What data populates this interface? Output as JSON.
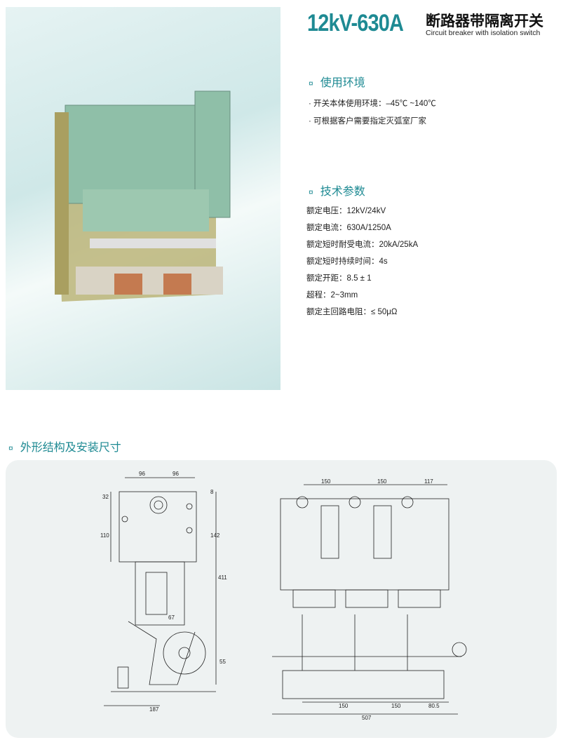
{
  "header": {
    "model": "12kV-630A",
    "title_cn": "断路器带隔离开关",
    "title_en": "Circuit breaker with isolation switch"
  },
  "section_marker": "¤",
  "environment": {
    "heading": "使用环境",
    "items": [
      "· 开关本体使用环境：–45℃ ~140℃",
      "· 可根据客户需要指定灭弧室厂家"
    ]
  },
  "specs": {
    "heading": "技术参数",
    "items": [
      "额定电压：12kV/24kV",
      "额定电流：630A/1250A",
      "额定短时耐受电流：20kA/25kA",
      "额定短时持续时间：4s",
      "额定开距：8.5 ± 1",
      "超程：2~3mm",
      "额定主回路电阻：≤ 50μΩ"
    ]
  },
  "drawing": {
    "heading": "外形结构及安装尺寸",
    "side_dims": [
      "96",
      "96",
      "32",
      "8",
      "110",
      "142",
      "411",
      "67",
      "55",
      "187"
    ],
    "front_dims": [
      "150",
      "150",
      "117",
      "150",
      "150",
      "80.5",
      "507"
    ]
  },
  "colors": {
    "accent": "#1e8a93"
  }
}
